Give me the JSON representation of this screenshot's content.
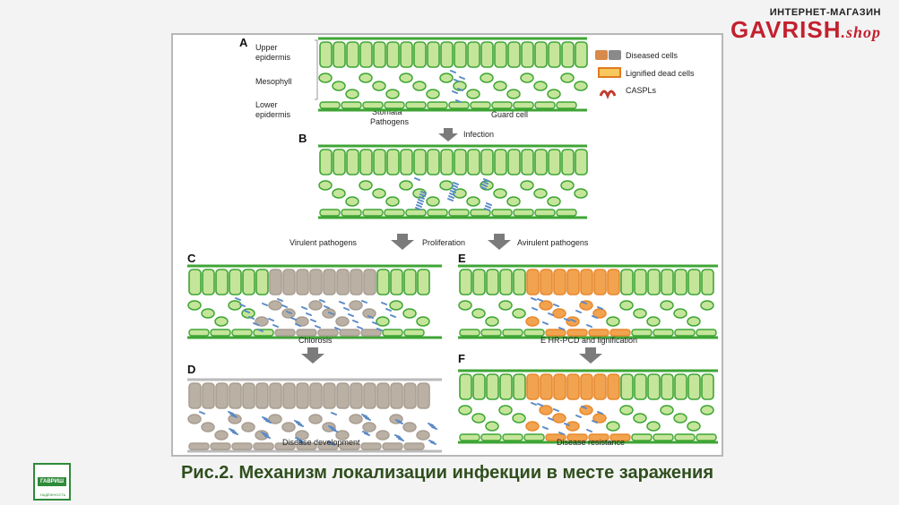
{
  "brand": {
    "subtitle": "ИНТЕРНЕТ-МАГАЗИН",
    "name": "GAVRISH",
    "suffix": ".shop"
  },
  "caption": "Рис.2. Механизм локализации инфекции в месте заражения",
  "logo": {
    "name": "ГАВРИШ",
    "tagline": "НАДЁЖНОСТЬ"
  },
  "diagram": {
    "panel_letters": {
      "a": "A",
      "b": "B",
      "c": "C",
      "d": "D",
      "e": "E",
      "f": "F"
    },
    "layer_labels": {
      "upper": [
        "Upper",
        "epidermis"
      ],
      "mesophyll": "Mesophyll",
      "lower": [
        "Lower",
        "epidermis"
      ]
    },
    "stomata_labels": [
      "Stomata",
      "Pathogens"
    ],
    "guard_cell": "Guard cell",
    "legend": {
      "diseased": "Diseased cells",
      "lignified": "Lignified dead cells",
      "caspl": "CASPLs"
    },
    "steps": {
      "infection": "Infection",
      "virulent": "Virulent pathogens",
      "proliferation": "Proliferation",
      "avirulent": "Avirulent pathogens",
      "chlorosis": "Chlorosis",
      "hrpcd": "E HR-PCD and lignification",
      "disease_dev": "Disease development",
      "resistance": "Disease resistance"
    },
    "colors": {
      "leaf_green": "#3fa535",
      "cell_fill": "#c5e59a",
      "diseased": "#bbb0a4",
      "lignified": "#e8892e",
      "pathogen": "#5b8ac7"
    }
  }
}
